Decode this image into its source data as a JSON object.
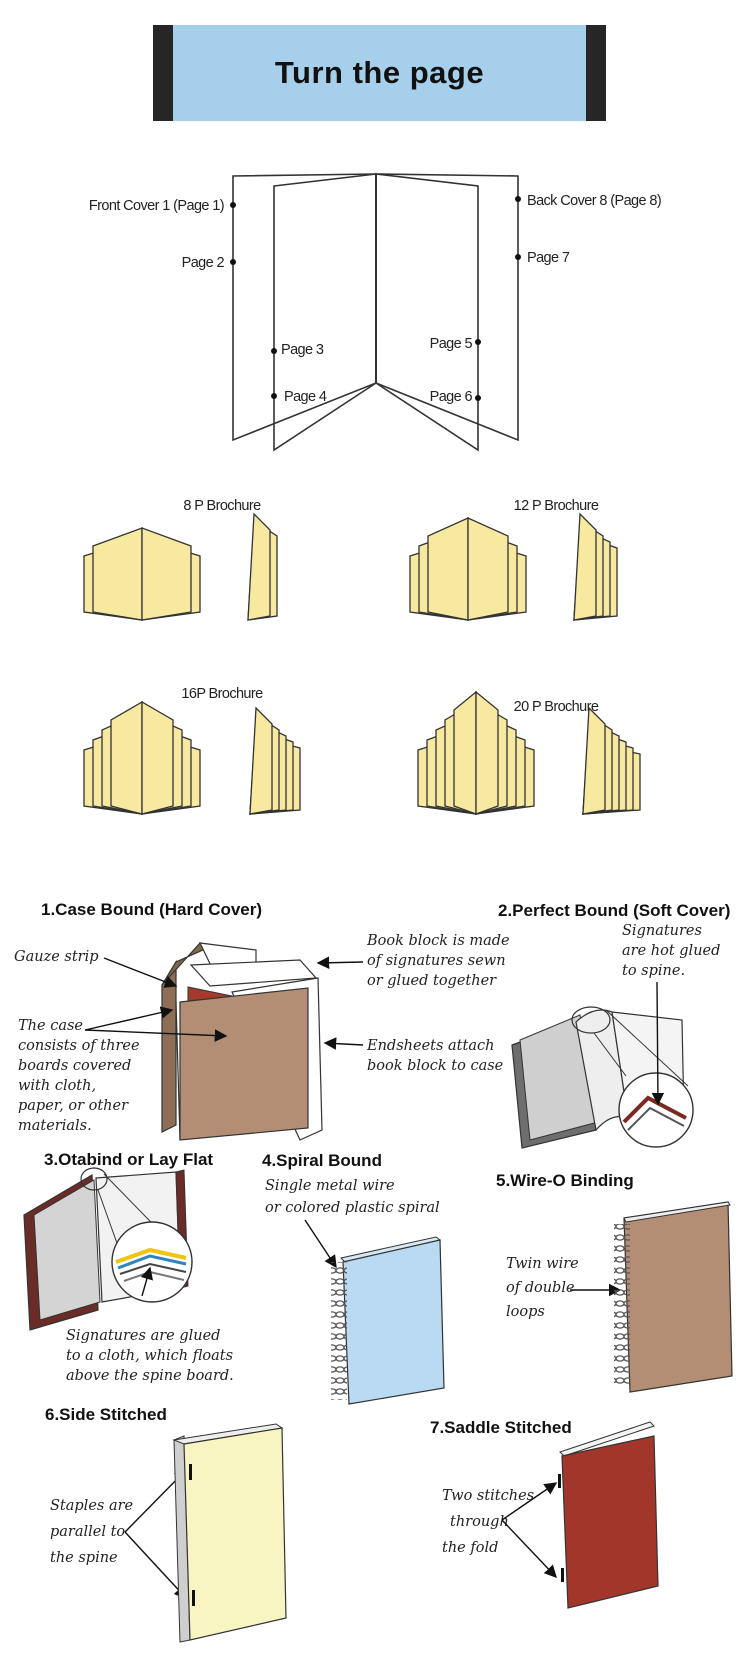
{
  "header": {
    "title": "Turn the page"
  },
  "page_diagram": {
    "labels": {
      "front_cover": "Front Cover 1 (Page 1)",
      "page2": "Page 2",
      "page3": "Page 3",
      "page4": "Page 4",
      "back_cover": "Back Cover 8 (Page 8)",
      "page7": "Page 7",
      "page5": "Page 5",
      "page6": "Page 6"
    }
  },
  "brochures": [
    {
      "label": "8 P Brochure"
    },
    {
      "label": "12 P Brochure"
    },
    {
      "label": "16P Brochure"
    },
    {
      "label": "20 P Brochure"
    }
  ],
  "bindings": {
    "case_bound": {
      "title": "1.Case Bound (Hard Cover)",
      "gauze": "Gauze strip",
      "case_note": [
        "The case",
        "consists of three",
        "boards covered",
        "with cloth,",
        "paper, or other",
        "materials."
      ],
      "block_note": [
        "Book block is made",
        "of signatures sewn",
        "or glued together"
      ],
      "endsheet_note": [
        "Endsheets attach",
        "book block to case"
      ]
    },
    "perfect_bound": {
      "title": "2.Perfect Bound (Soft Cover)",
      "note": [
        "Signatures",
        "are hot glued",
        "to spine."
      ]
    },
    "otabind": {
      "title": "3.Otabind or Lay Flat",
      "note": [
        "Signatures are glued",
        "to a cloth, which floats",
        "above the spine board."
      ]
    },
    "spiral": {
      "title": "4.Spiral Bound",
      "note": [
        "Single metal wire",
        "or colored plastic spiral"
      ]
    },
    "wire_o": {
      "title": "5.Wire-O Binding",
      "note": [
        "Twin wire",
        "of double",
        "loops"
      ]
    },
    "side_stitched": {
      "title": "6.Side Stitched",
      "note": [
        "Staples are",
        "parallel to",
        "the spine"
      ]
    },
    "saddle_stitched": {
      "title": "7.Saddle Stitched",
      "note": [
        "Two stitches",
        "through",
        "the fold"
      ]
    }
  },
  "colors": {
    "banner": "#a5cfea",
    "banner_edge": "#262626",
    "page_yellow": "#f8e9a1",
    "case_brown": "#b38d74",
    "spiral_blue": "#b9daf2",
    "side_yellow": "#f8f5c3",
    "saddle_red": "#a3362b"
  }
}
